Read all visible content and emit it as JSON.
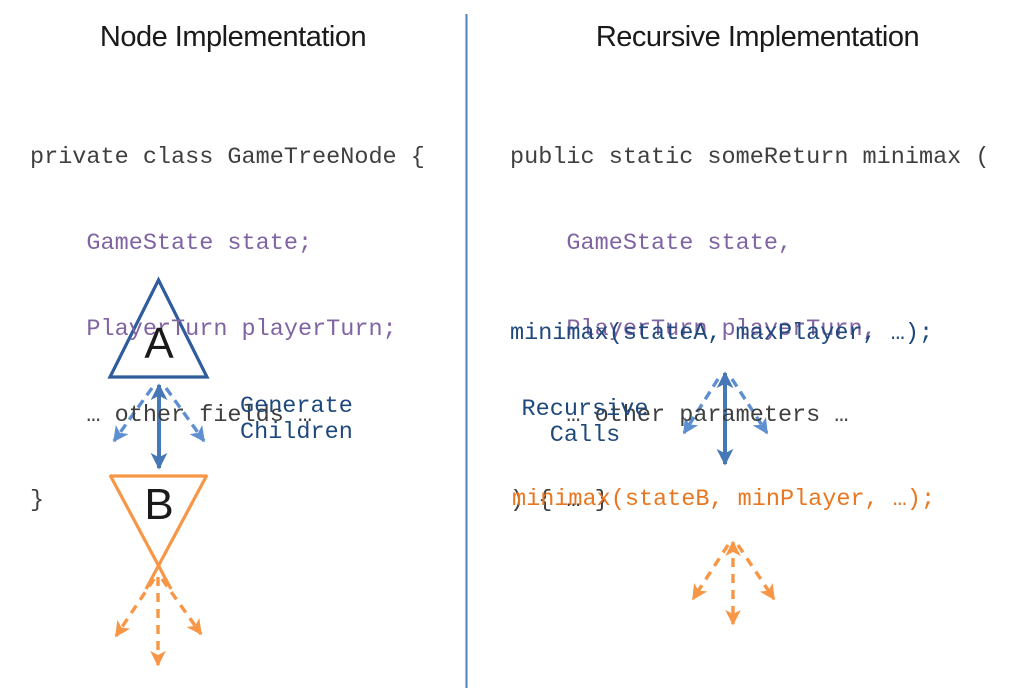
{
  "colors": {
    "divider": "#4E81BC",
    "blue_dark": "#2F5C9C",
    "blue_mid": "#4678B6",
    "blue_light": "#5E8FD0",
    "text_blue": "#1F497D",
    "purple": "#8064A2",
    "orange": "#F79646",
    "orange_text": "#E87722",
    "code_black": "#3F3F3F",
    "title_black": "#1A1A1A"
  },
  "left": {
    "title": "Node Implementation",
    "code": [
      "private class GameTreeNode {",
      "    GameState state;",
      "    PlayerTurn playerTurn;",
      "    … other fields …",
      "}"
    ],
    "node_a": "A",
    "node_b": "B",
    "arrow_label": "Generate\nChildren"
  },
  "right": {
    "title": "Recursive Implementation",
    "code": [
      "public static someReturn minimax (",
      "    GameState state,",
      "    PlayerTurn playerTurn,",
      "    … other parameters …",
      ") { … }"
    ],
    "call_max": "minimax(stateA, maxPlayer, …);",
    "arrow_label": "Recursive\nCalls",
    "call_min": "minimax(stateB, minPlayer, …);"
  }
}
